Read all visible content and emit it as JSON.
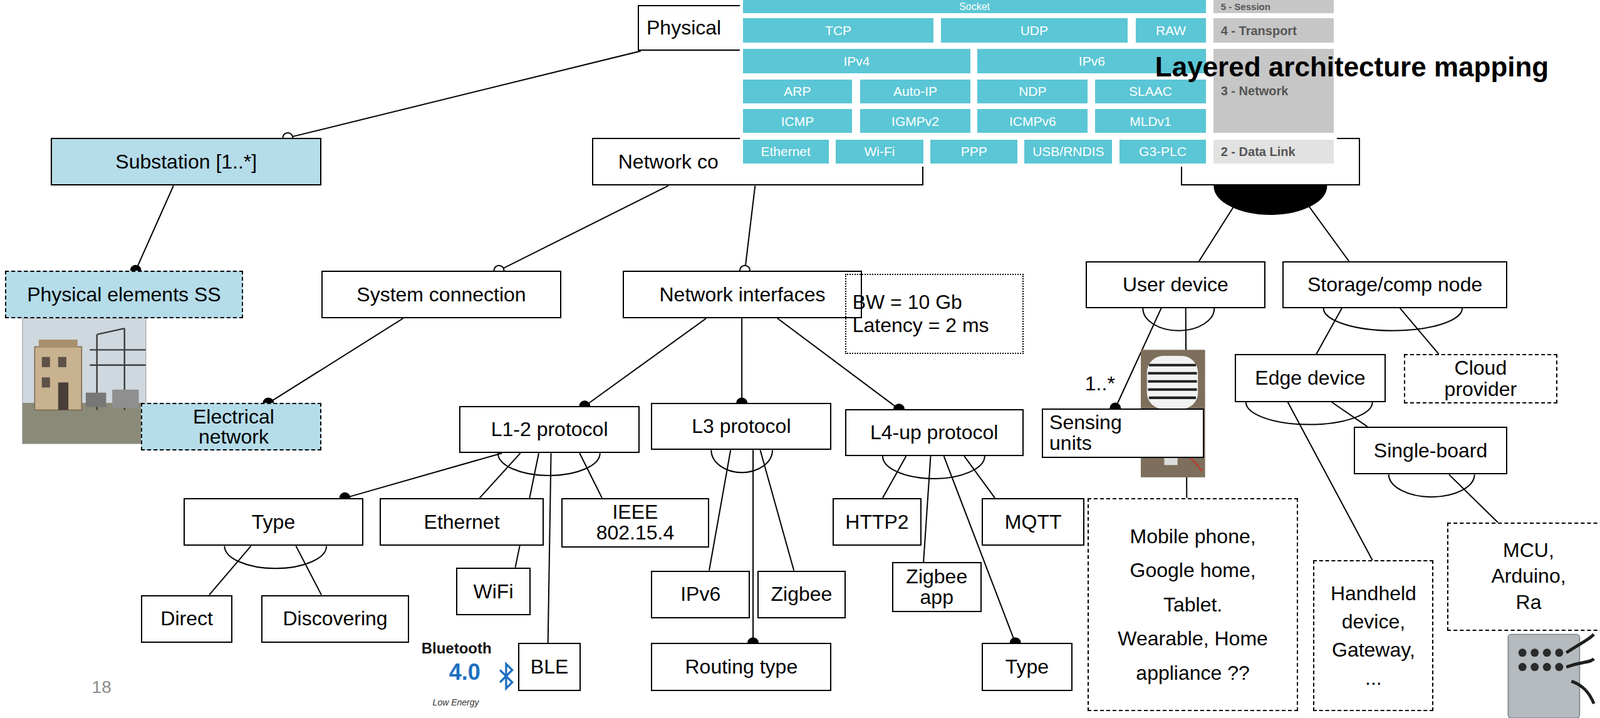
{
  "diagram": {
    "title": "Layered architecture mapping",
    "nodes": [
      {
        "text": [
          "Physical"
        ]
      },
      {
        "text": [
          "Substation [1..*]"
        ]
      },
      {
        "text": [
          "Network co"
        ]
      },
      {
        "text": []
      },
      {
        "text": [
          "Physical elements SS"
        ]
      },
      {
        "text": [
          "System connection"
        ]
      },
      {
        "text": [
          "Network interfaces"
        ]
      },
      {
        "text": [
          "BW = 10 Gb",
          "Latency = 2 ms"
        ]
      },
      {
        "text": [
          "User device"
        ]
      },
      {
        "text": [
          "Storage/comp node"
        ]
      },
      {
        "text": [
          "Electrical network"
        ]
      },
      {
        "text": [
          "L1-2 protocol"
        ]
      },
      {
        "text": [
          "L3 protocol"
        ]
      },
      {
        "text": [
          "L4-up protocol"
        ]
      },
      {
        "text": [
          "Sensing units"
        ]
      },
      {
        "text": [
          "Edge device"
        ]
      },
      {
        "text": [
          "Cloud provider"
        ]
      },
      {
        "text": [
          "Single-board"
        ]
      },
      {
        "text": [
          "Type"
        ]
      },
      {
        "text": [
          "Ethernet"
        ]
      },
      {
        "text": [
          "IEEE 802.15.4"
        ]
      },
      {
        "text": [
          "WiFi"
        ]
      },
      {
        "text": [
          "BLE"
        ]
      },
      {
        "text": [
          "IPv6"
        ]
      },
      {
        "text": [
          "Zigbee"
        ]
      },
      {
        "text": [
          "Routing type"
        ]
      },
      {
        "text": [
          "HTTP2"
        ]
      },
      {
        "text": [
          "MQTT"
        ]
      },
      {
        "text": [
          "Zigbee app"
        ]
      },
      {
        "text": [
          "Type"
        ]
      },
      {
        "text": [
          "Direct"
        ]
      },
      {
        "text": [
          "Discovering"
        ]
      },
      {
        "text": [
          "Mobile phone, Google home, Tablet. Wearable, Home appliance ??"
        ]
      },
      {
        "text": [
          "Handheld device, Gateway, ..."
        ]
      },
      {
        "text": [
          "MCU, Arduino, Ra"
        ]
      }
    ],
    "edges": [
      {
        "from": 0,
        "to": 1,
        "arrow": "none"
      },
      {
        "from": 1,
        "to": 4,
        "arrow": "none"
      },
      {
        "from": 2,
        "to": 5,
        "arrow": "none"
      },
      {
        "from": 2,
        "to": 6,
        "arrow": "none"
      },
      {
        "from": 5,
        "to": 10,
        "arrow": "none"
      },
      {
        "from": 6,
        "to": 11,
        "arrow": "none"
      },
      {
        "from": 6,
        "to": 12,
        "arrow": "none"
      },
      {
        "from": 6,
        "to": 13,
        "arrow": "none"
      },
      {
        "from": 11,
        "to": 18,
        "arrow": "none"
      },
      {
        "from": 11,
        "to": 19,
        "arrow": "none"
      },
      {
        "from": 11,
        "to": 21,
        "arrow": "none"
      },
      {
        "from": 11,
        "to": 22,
        "arrow": "none"
      },
      {
        "from": 11,
        "to": 20,
        "arrow": "none"
      },
      {
        "from": 12,
        "to": 23,
        "arrow": "none"
      },
      {
        "from": 12,
        "to": 25,
        "arrow": "none"
      },
      {
        "from": 12,
        "to": 24,
        "arrow": "none"
      },
      {
        "from": 13,
        "to": 26,
        "arrow": "none"
      },
      {
        "from": 13,
        "to": 28,
        "arrow": "none"
      },
      {
        "from": 13,
        "to": 29,
        "arrow": "none"
      },
      {
        "from": 13,
        "to": 27,
        "arrow": "none"
      },
      {
        "from": 18,
        "to": 30,
        "arrow": "none"
      },
      {
        "from": 18,
        "to": 31,
        "arrow": "none"
      },
      {
        "from": 3,
        "to": 8,
        "arrow": "none"
      },
      {
        "from": 3,
        "to": 9,
        "arrow": "none"
      },
      {
        "from": 8,
        "to": 14,
        "arrow": "none"
      },
      {
        "from": 8,
        "to": 32,
        "arrow": "none"
      },
      {
        "from": 9,
        "to": 15,
        "arrow": "none"
      },
      {
        "from": 9,
        "to": 16,
        "arrow": "none"
      },
      {
        "from": 15,
        "to": 33,
        "arrow": "none"
      },
      {
        "from": 15,
        "to": 17,
        "arrow": "none"
      },
      {
        "from": 17,
        "to": 34,
        "arrow": "none"
      }
    ],
    "labels": [
      "Socket",
      "5 - Session",
      "TCP",
      "UDP",
      "RAW",
      "4 - Transport",
      "IPv4",
      "IPv6",
      "ARP",
      "Auto-IP",
      "NDP",
      "SLAAC",
      "3 - Network",
      "ICMP",
      "IGMPv2",
      "ICMPv6",
      "MLDv1",
      "Ethernet",
      "Wi-Fi",
      "PPP",
      "USB/RNDIS",
      "G3-PLC",
      "2 - Data Link",
      "1..*",
      "18",
      "Bluetooth",
      "4.0",
      "Low Energy"
    ]
  }
}
